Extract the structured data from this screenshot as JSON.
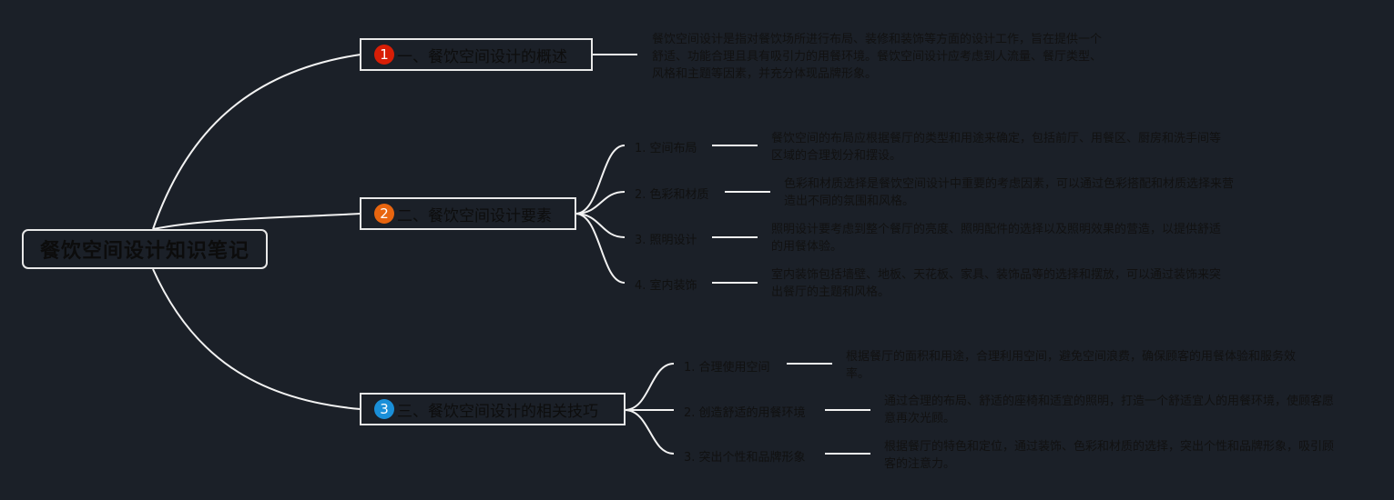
{
  "root": {
    "title": "餐饮空间设计知识笔记"
  },
  "topics": [
    {
      "badge": "1",
      "badge_color": "#d81e06",
      "label": "一、餐饮空间设计的概述",
      "desc": "餐饮空间设计是指对餐饮场所进行布局、装修和装饰等方面的设计工作，旨在提供一个舒适、功能合理且具有吸引力的用餐环境。餐饮空间设计应考虑到人流量、餐厅类型、风格和主题等因素，并充分体现品牌形象。"
    },
    {
      "badge": "2",
      "badge_color": "#e8650f",
      "label": "二、餐饮空间设计要素",
      "children": [
        {
          "label": "1. 空间布局",
          "desc": "餐饮空间的布局应根据餐厅的类型和用途来确定，包括前厅、用餐区、厨房和洗手间等区域的合理划分和摆设。"
        },
        {
          "label": "2. 色彩和材质",
          "desc": "色彩和材质选择是餐饮空间设计中重要的考虑因素，可以通过色彩搭配和材质选择来营造出不同的氛围和风格。"
        },
        {
          "label": "3. 照明设计",
          "desc": "照明设计要考虑到整个餐厅的亮度、照明配件的选择以及照明效果的营造，以提供舒适的用餐体验。"
        },
        {
          "label": "4. 室内装饰",
          "desc": "室内装饰包括墙壁、地板、天花板、家具、装饰品等的选择和摆放，可以通过装饰来突出餐厅的主题和风格。"
        }
      ]
    },
    {
      "badge": "3",
      "badge_color": "#1a8fd8",
      "label": "三、餐饮空间设计的相关技巧",
      "children": [
        {
          "label": "1. 合理使用空间",
          "desc": "根据餐厅的面积和用途，合理利用空间，避免空间浪费，确保顾客的用餐体验和服务效率。"
        },
        {
          "label": "2. 创造舒适的用餐环境",
          "desc": "通过合理的布局、舒适的座椅和适宜的照明，打造一个舒适宜人的用餐环境，使顾客愿意再次光顾。"
        },
        {
          "label": "3. 突出个性和品牌形象",
          "desc": "根据餐厅的特色和定位，通过装饰、色彩和材质的选择，突出个性和品牌形象，吸引顾客的注意力。"
        }
      ]
    }
  ]
}
